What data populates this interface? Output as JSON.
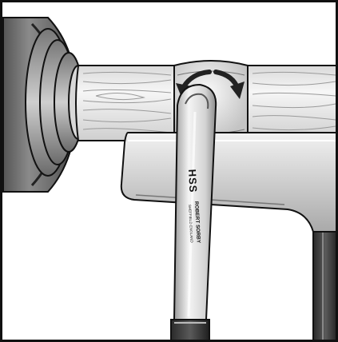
{
  "tool": {
    "marking": "HSS",
    "brand": "ROBERT SORBY",
    "fine_print": "SHEFFIELD ENGLAND"
  },
  "illustration": {
    "subject": "lathe-spindle-cutting-cove",
    "arrows": [
      "rotate-left-arrow",
      "rotate-right-arrow"
    ]
  },
  "colors": {
    "outline": "#111111",
    "background": "#ffffff",
    "steel_light": "#eeeeee",
    "steel_mid": "#bdbdbd",
    "steel_dark": "#6e6e6e",
    "wood": "#f1f1f1",
    "grain": "#9a9a9a"
  }
}
